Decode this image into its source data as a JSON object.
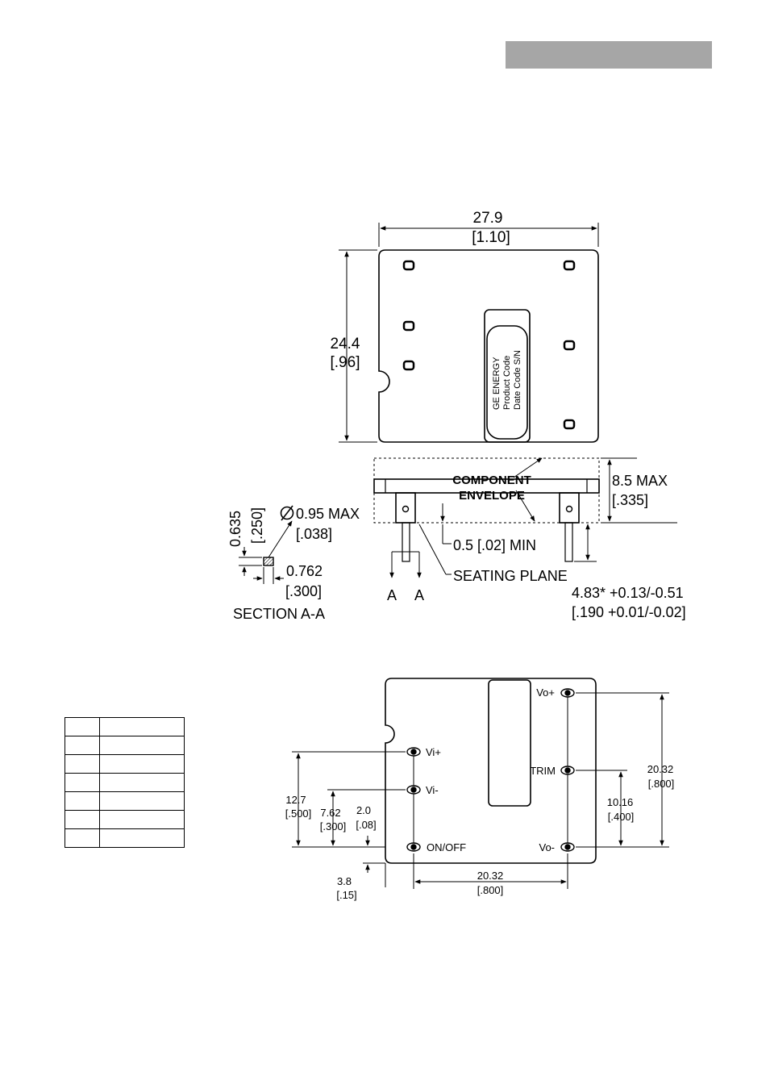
{
  "header": {
    "bar_color": "#a6a6a6"
  },
  "top_view": {
    "width_dim": "27.9",
    "width_dim_in": "[1.10]",
    "height_dim": "24.4",
    "height_dim_in": "[.96]",
    "label_line1": "GE ENERGY",
    "label_line2": "Product Code",
    "label_line3": "Date Code S/N"
  },
  "side_view": {
    "envelope_line1": "COMPONENT",
    "envelope_line2": "ENVELOPE",
    "max_height": "8.5 MAX",
    "max_height_in": "[.335]",
    "standoff": "0.5 [.02] MIN",
    "seating_plane": "SEATING PLANE",
    "pin_length": "4.83* +0.13/-0.51",
    "pin_length_in": "[.190 +0.01/-0.02]",
    "section_mark_left": "A",
    "section_mark_right": "A"
  },
  "section": {
    "diameter": "0.95 MAX",
    "diameter_in": "[.038]",
    "height": "0.635",
    "height_in": "[.250]",
    "width": "0.762",
    "width_in": "[.300]",
    "title": "SECTION A-A"
  },
  "bottom_view": {
    "pins": {
      "vin_plus": "Vi+",
      "vin_minus": "Vi-",
      "on_off": "ON/OFF",
      "vo_plus": "Vo+",
      "trim": "TRIM",
      "vo_minus": "Vo-"
    },
    "dims": {
      "d12_7": "12.7",
      "d12_7_in": "[.500]",
      "d7_62": "7.62",
      "d7_62_in": "[.300]",
      "d2_0": "2.0",
      "d2_0_in": "[.08]",
      "d3_8": "3.8",
      "d3_8_in": "[.15]",
      "d20_32_h": "20.32",
      "d20_32_h_in": "[.800]",
      "d10_16": "10.16",
      "d10_16_in": "[.400]",
      "d20_32_v": "20.32",
      "d20_32_v_in": "[.800]"
    }
  },
  "pin_table": {
    "rows": 7
  }
}
